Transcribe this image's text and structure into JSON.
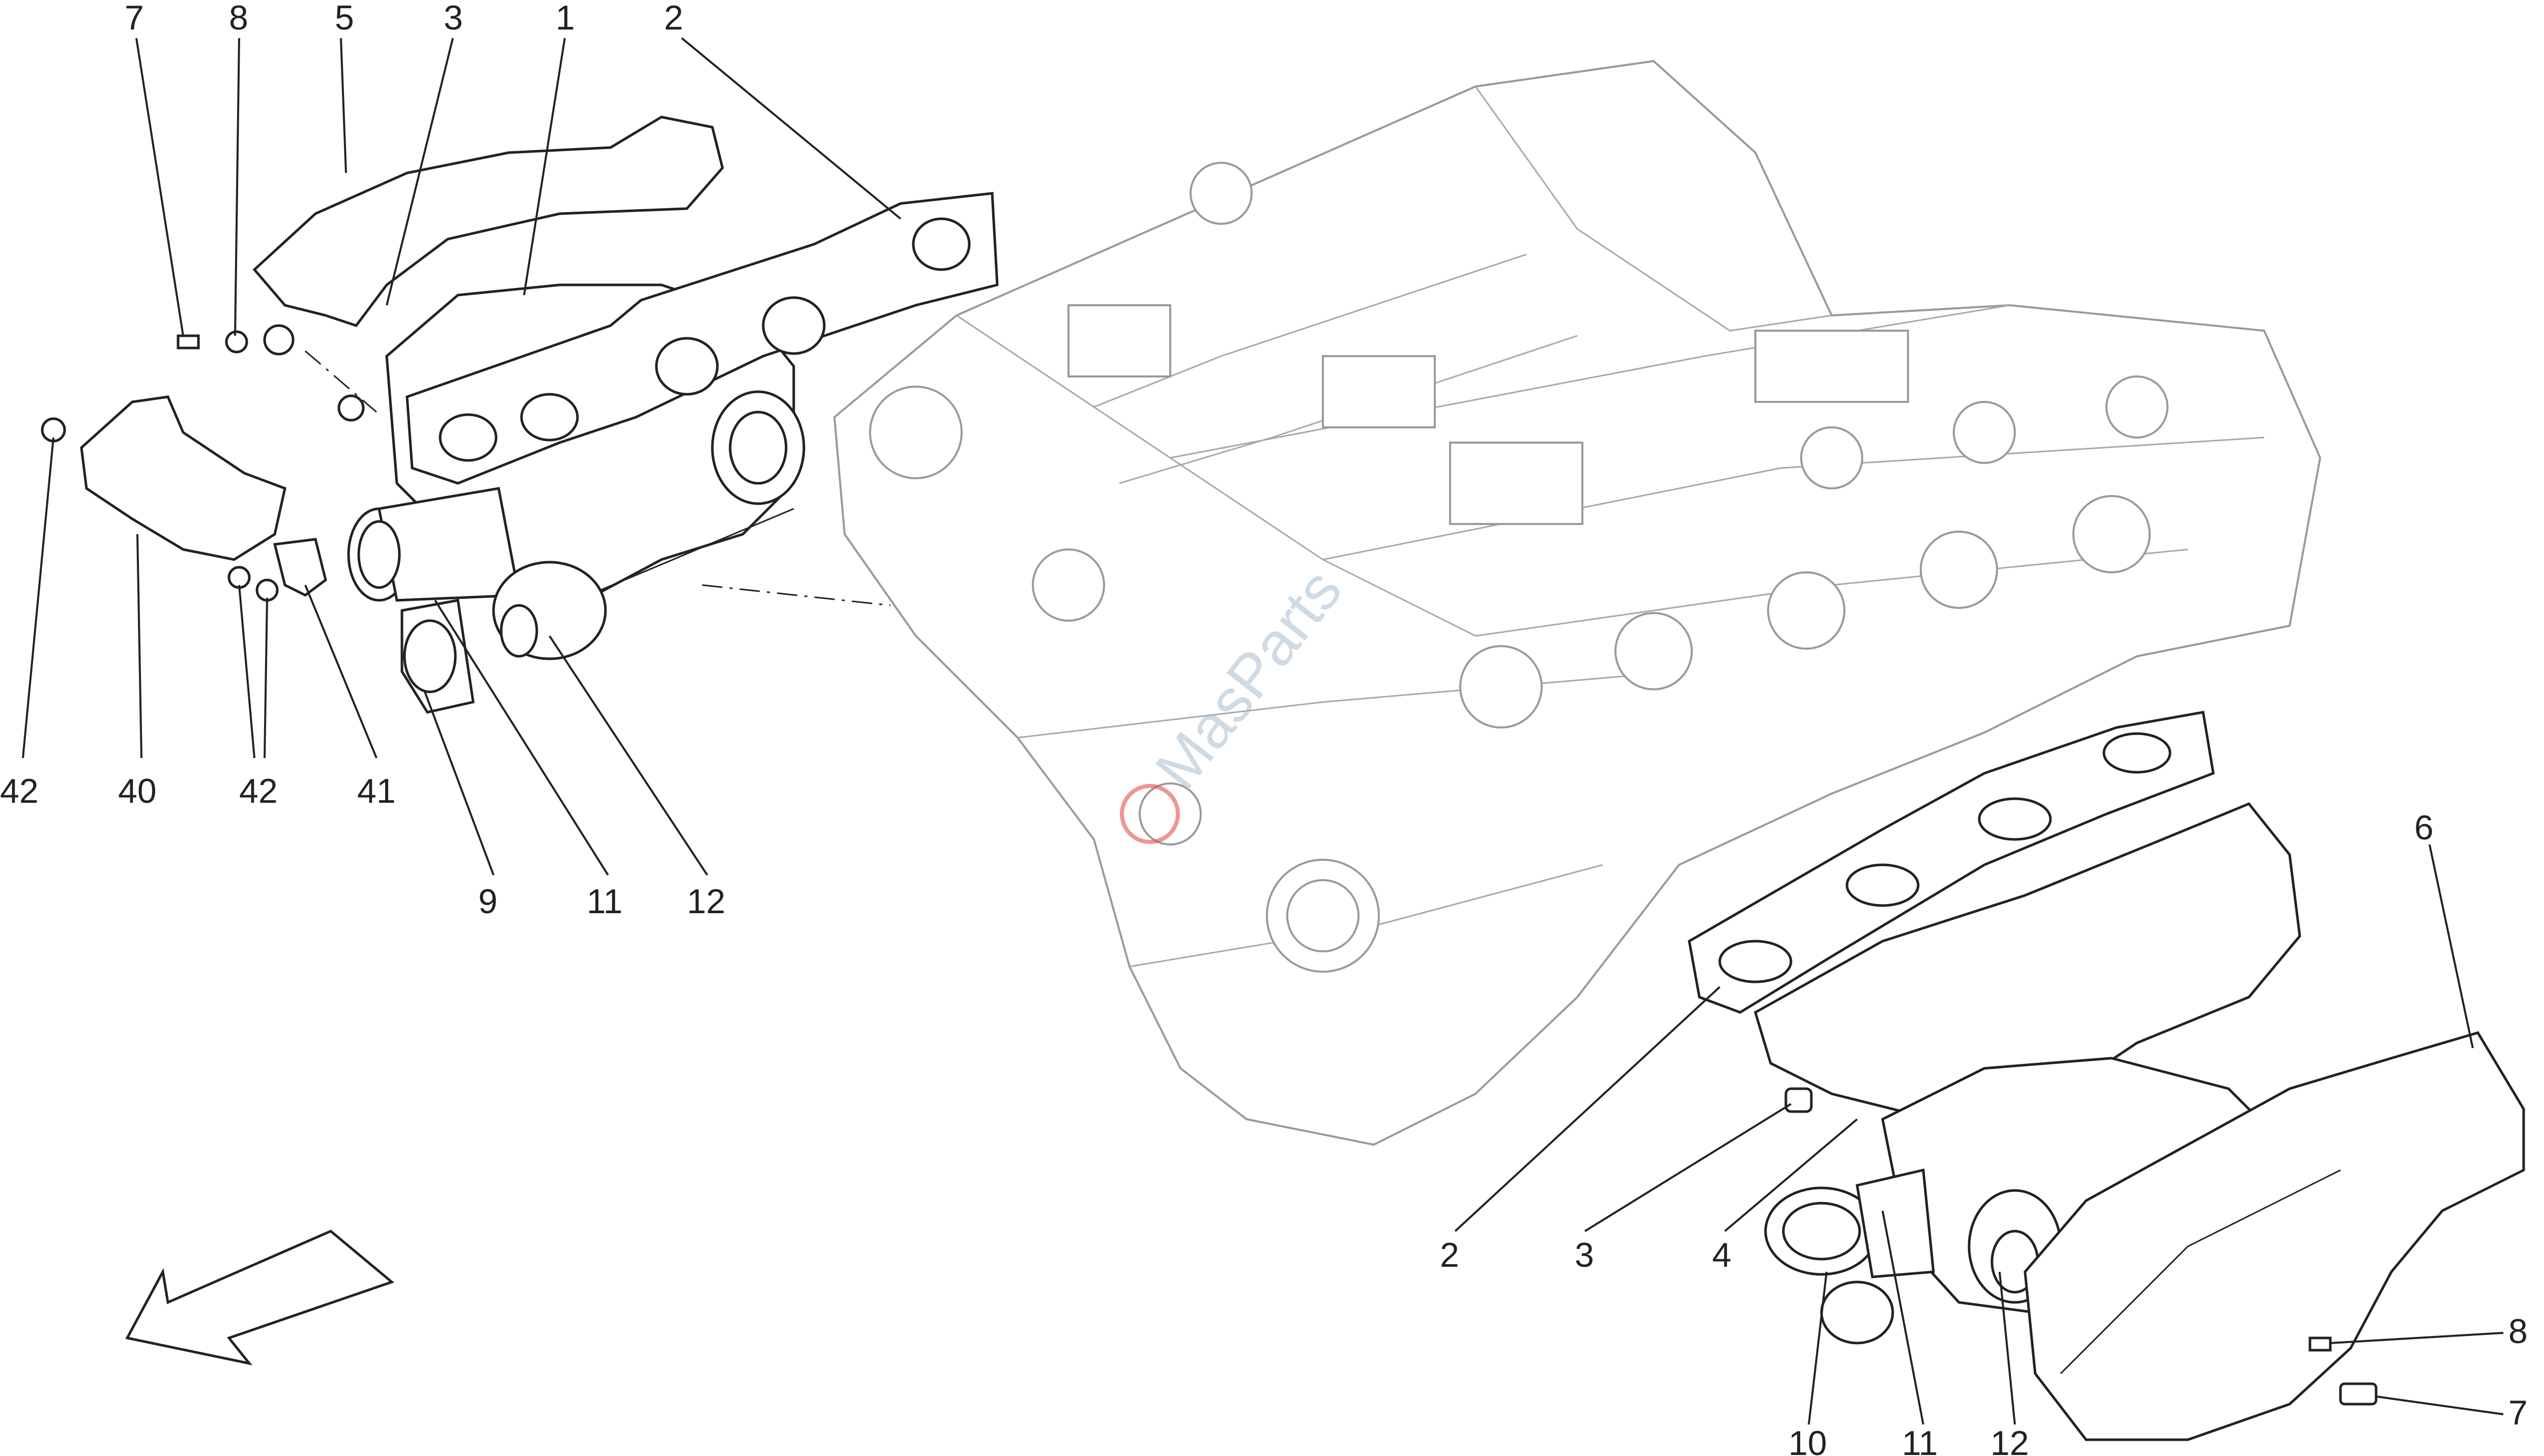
{
  "watermark": "MasParts",
  "callouts": {
    "left_top": [
      "7",
      "8",
      "5",
      "3",
      "1",
      "2"
    ],
    "left_bottom": [
      "42",
      "40",
      "42",
      "41"
    ],
    "left_turbo": [
      "9",
      "11",
      "12"
    ],
    "right_mid": [
      "2",
      "3",
      "4"
    ],
    "right_bottom": [
      "10",
      "11",
      "12"
    ],
    "right_side": [
      "6",
      "8",
      "7"
    ]
  }
}
